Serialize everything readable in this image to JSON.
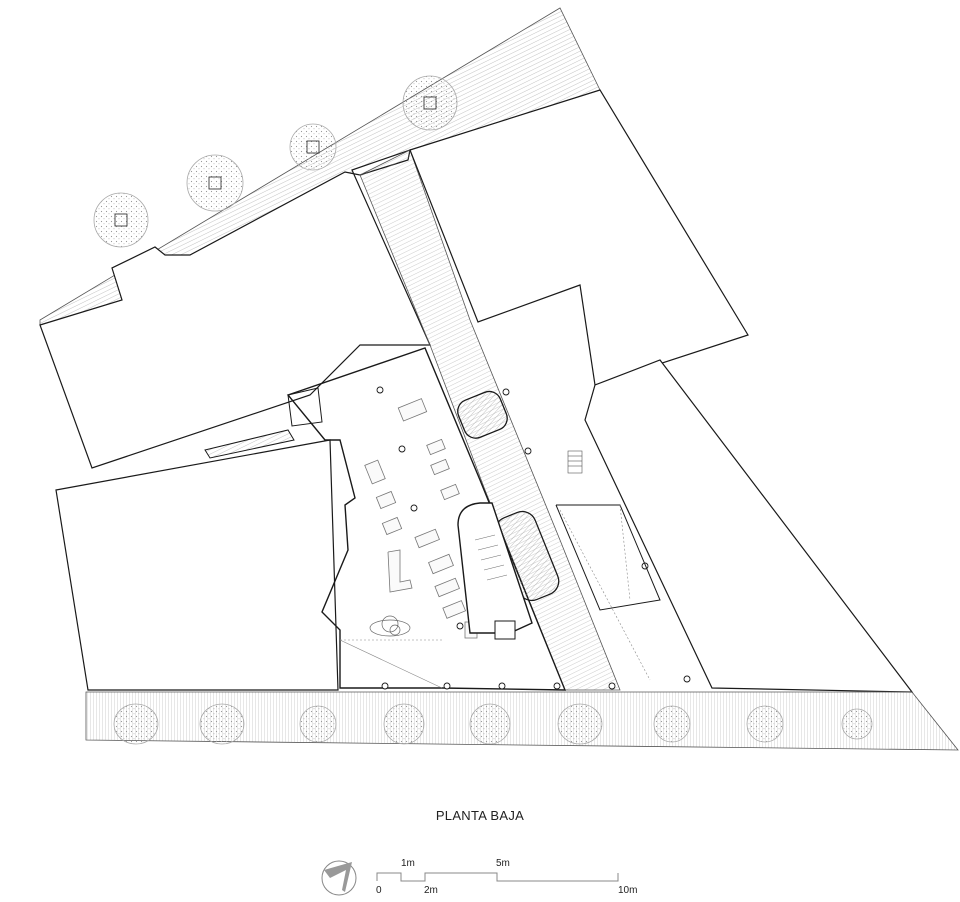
{
  "drawing": {
    "title": "PLANTA BAJA",
    "type": "architectural floor plan",
    "line_color": "#1a1a1a",
    "hatch_color": "#9a9a9a",
    "tree_color": "#a8a8a8"
  },
  "scale_bar": {
    "labels_top": [
      "1m",
      "5m"
    ],
    "labels_bottom": [
      "0",
      "2m",
      "10m"
    ]
  },
  "north_arrow": {
    "icon": "north-arrow-icon"
  },
  "trees": {
    "north_street_count": 4,
    "south_street_count": 9
  }
}
